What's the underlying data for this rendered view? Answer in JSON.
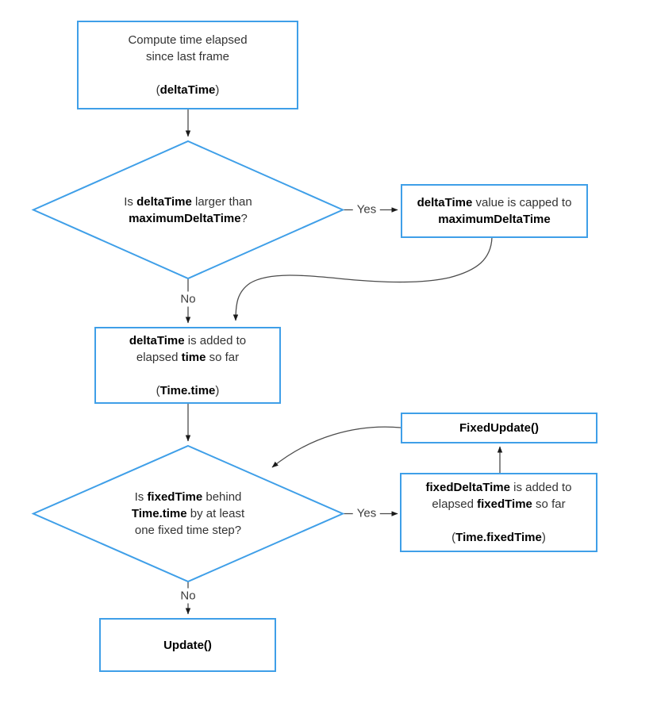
{
  "colors": {
    "accent": "#3f9fe8",
    "line": "#4c4c4c",
    "arrow": "#1a1a1a",
    "text": "#333333",
    "text_strong": "#000000",
    "bg": "#ffffff"
  },
  "nodes": {
    "start": {
      "line1": "Compute time elapsed",
      "line2": "since last frame",
      "paren_open": "(",
      "code": "deltaTime",
      "paren_close": ")"
    },
    "decision1": {
      "l1_pre": "Is ",
      "l1_code": "deltaTime",
      "l1_post": " larger than",
      "l2_code": "maximumDeltaTime",
      "l2_post": "?"
    },
    "capped": {
      "l1_code": "deltaTime",
      "l1_post": " value is capped to",
      "l2_code": "maximumDeltaTime"
    },
    "add_time": {
      "l1_code": "deltaTime",
      "l1_post": " is added to",
      "l2_pre": "elapsed ",
      "l2_code": "time",
      "l2_post": " so far",
      "paren_open": "(",
      "code": "Time.time",
      "paren_close": ")"
    },
    "decision2": {
      "l1_pre": "Is ",
      "l1_code": "fixedTime",
      "l1_post": " behind",
      "l2_code": "Time.time",
      "l2_post": " by at least",
      "l3": "one fixed time step?"
    },
    "fixed_update": {
      "label": "FixedUpdate()"
    },
    "add_fixed": {
      "l1_code": "fixedDeltaTime",
      "l1_post": " is added to",
      "l2_pre": "elapsed ",
      "l2_code": "fixedTime",
      "l2_post": " so far",
      "paren_open": "(",
      "code": "Time.fixedTime",
      "paren_close": ")"
    },
    "update": {
      "label": "Update()"
    }
  },
  "edge_labels": {
    "yes1": "Yes",
    "no1": "No",
    "yes2": "Yes",
    "no2": "No"
  }
}
